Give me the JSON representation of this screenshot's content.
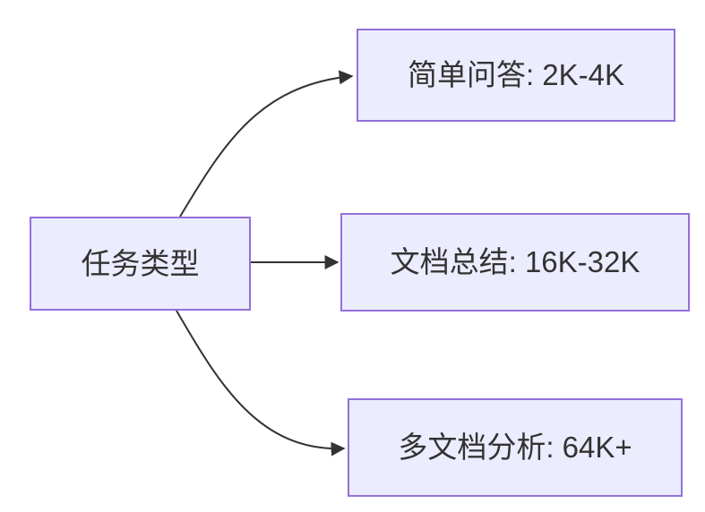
{
  "diagram": {
    "type": "flowchart",
    "direction": "left-to-right",
    "root": {
      "id": "task-type",
      "label": "任务类型"
    },
    "children": [
      {
        "id": "simple-qa",
        "label": "简单问答: 2K-4K"
      },
      {
        "id": "doc-summary",
        "label": "文档总结: 16K-32K"
      },
      {
        "id": "multi-doc",
        "label": "多文档分析: 64K+"
      }
    ],
    "edges": [
      {
        "from": "task-type",
        "to": "simple-qa",
        "style": "curved-up"
      },
      {
        "from": "task-type",
        "to": "doc-summary",
        "style": "straight"
      },
      {
        "from": "task-type",
        "to": "multi-doc",
        "style": "curved-down"
      }
    ],
    "colors": {
      "node_fill": "#ECECFF",
      "node_border": "#9370DB",
      "edge": "#333333",
      "text": "#333333",
      "background": "#FFFFFF"
    }
  }
}
